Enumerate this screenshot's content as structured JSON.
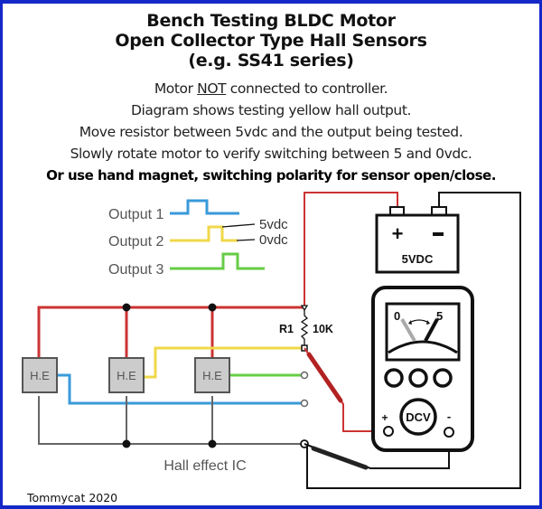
{
  "title": {
    "line1": "Bench Testing BLDC Motor",
    "line2": "Open Collector Type Hall Sensors",
    "line3": "(e.g. SS41 series)"
  },
  "instructions": {
    "line1_prefix": "Motor ",
    "line1_emphasis": "NOT",
    "line1_suffix": " connected to controller.",
    "line2": "Diagram shows testing yellow hall output.",
    "line3": "Move resistor between 5vdc and the output being tested.",
    "line4": "Slowly rotate motor to verify switching between 5 and 0vdc.",
    "line5": "Or use hand magnet, switching polarity for sensor open/close."
  },
  "outputs_legend": {
    "items": [
      {
        "label": "Output 1",
        "color": "#3a9ad9"
      },
      {
        "label": "Output 2",
        "color": "#f0d84a"
      },
      {
        "label": "Output 3",
        "color": "#66cc44"
      }
    ],
    "high_label": "5vdc",
    "low_label": "0vdc"
  },
  "battery": {
    "plus": "+",
    "minus": "-",
    "label": "5VDC"
  },
  "resistor": {
    "name": "R1",
    "value": "10K"
  },
  "hall_sensors": {
    "labels": [
      "H.E",
      "H.E",
      "H.E"
    ],
    "caption": "Hall effect IC"
  },
  "meter": {
    "scale_min": "0",
    "scale_max": "5",
    "mode_label": "DCV",
    "plus": "+",
    "minus": "-"
  },
  "colors": {
    "border": "#1428c8",
    "power_wire": "#cc3333",
    "ground_wire": "#555555",
    "blue_wire": "#3a9ad9",
    "yellow_wire": "#f0d84a",
    "green_wire": "#66cc44",
    "sensor_fill": "#cccccc"
  },
  "credit": "Tommycat 2020"
}
